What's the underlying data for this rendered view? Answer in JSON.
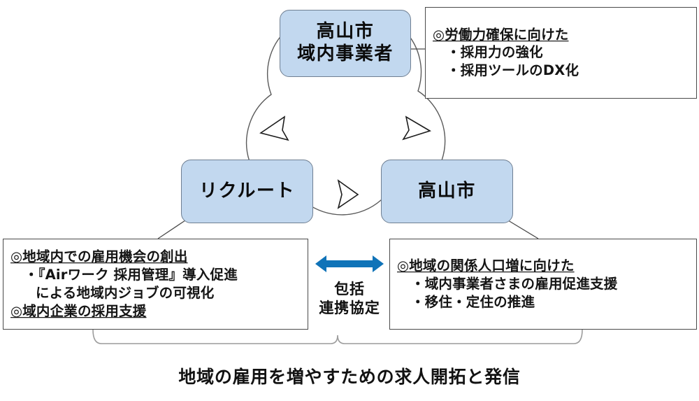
{
  "diagram": {
    "title": "地域の雇用を増やすための求人開拓と発信",
    "colors": {
      "node_fill": "#c2d8ef",
      "node_border": "#6f7f92",
      "box_border": "#4a4a4a",
      "pact_arrow": "#0f73b8",
      "cycle_arc": "#5a5a5a",
      "brace": "#9c9c9c",
      "background": "#ffffff",
      "text": "#111111"
    },
    "nodes": {
      "top": {
        "lines": [
          "高山市",
          "域内事業者"
        ]
      },
      "left": {
        "lines": [
          "リクルート"
        ]
      },
      "right": {
        "lines": [
          "高山市"
        ]
      }
    },
    "detail_boxes": {
      "top_right": {
        "lines": [
          {
            "text": "◎労働力確保に向けた",
            "style": "head"
          },
          {
            "text": "・採用力の強化",
            "style": "sub"
          },
          {
            "text": "・採用ツールのDX化",
            "style": "sub"
          }
        ]
      },
      "bottom_left": {
        "lines": [
          {
            "text": "◎地域内での雇用機会の創出",
            "style": "head"
          },
          {
            "text": "・『Airワーク 採用管理』導入促進",
            "style": "sub"
          },
          {
            "text": "による地域内ジョブの可視化",
            "style": "sub2"
          },
          {
            "text": "◎域内企業の採用支援",
            "style": "head"
          }
        ]
      },
      "bottom_right": {
        "lines": [
          {
            "text": "◎地域の関係人口増に向けた",
            "style": "head"
          },
          {
            "text": "・域内事業者さまの雇用促進支援",
            "style": "sub"
          },
          {
            "text": "・移住・定住の推進",
            "style": "sub"
          }
        ]
      }
    },
    "pact": {
      "line1": "包括",
      "line2": "連携協定",
      "arrow_icon": "double-headed-horizontal-arrow"
    },
    "cycle": {
      "icon": "clockwise-circular-arrow",
      "arrowhead_count": 3
    },
    "bottom_caption": "地域の雇用を増やすための求人開拓と発信"
  }
}
